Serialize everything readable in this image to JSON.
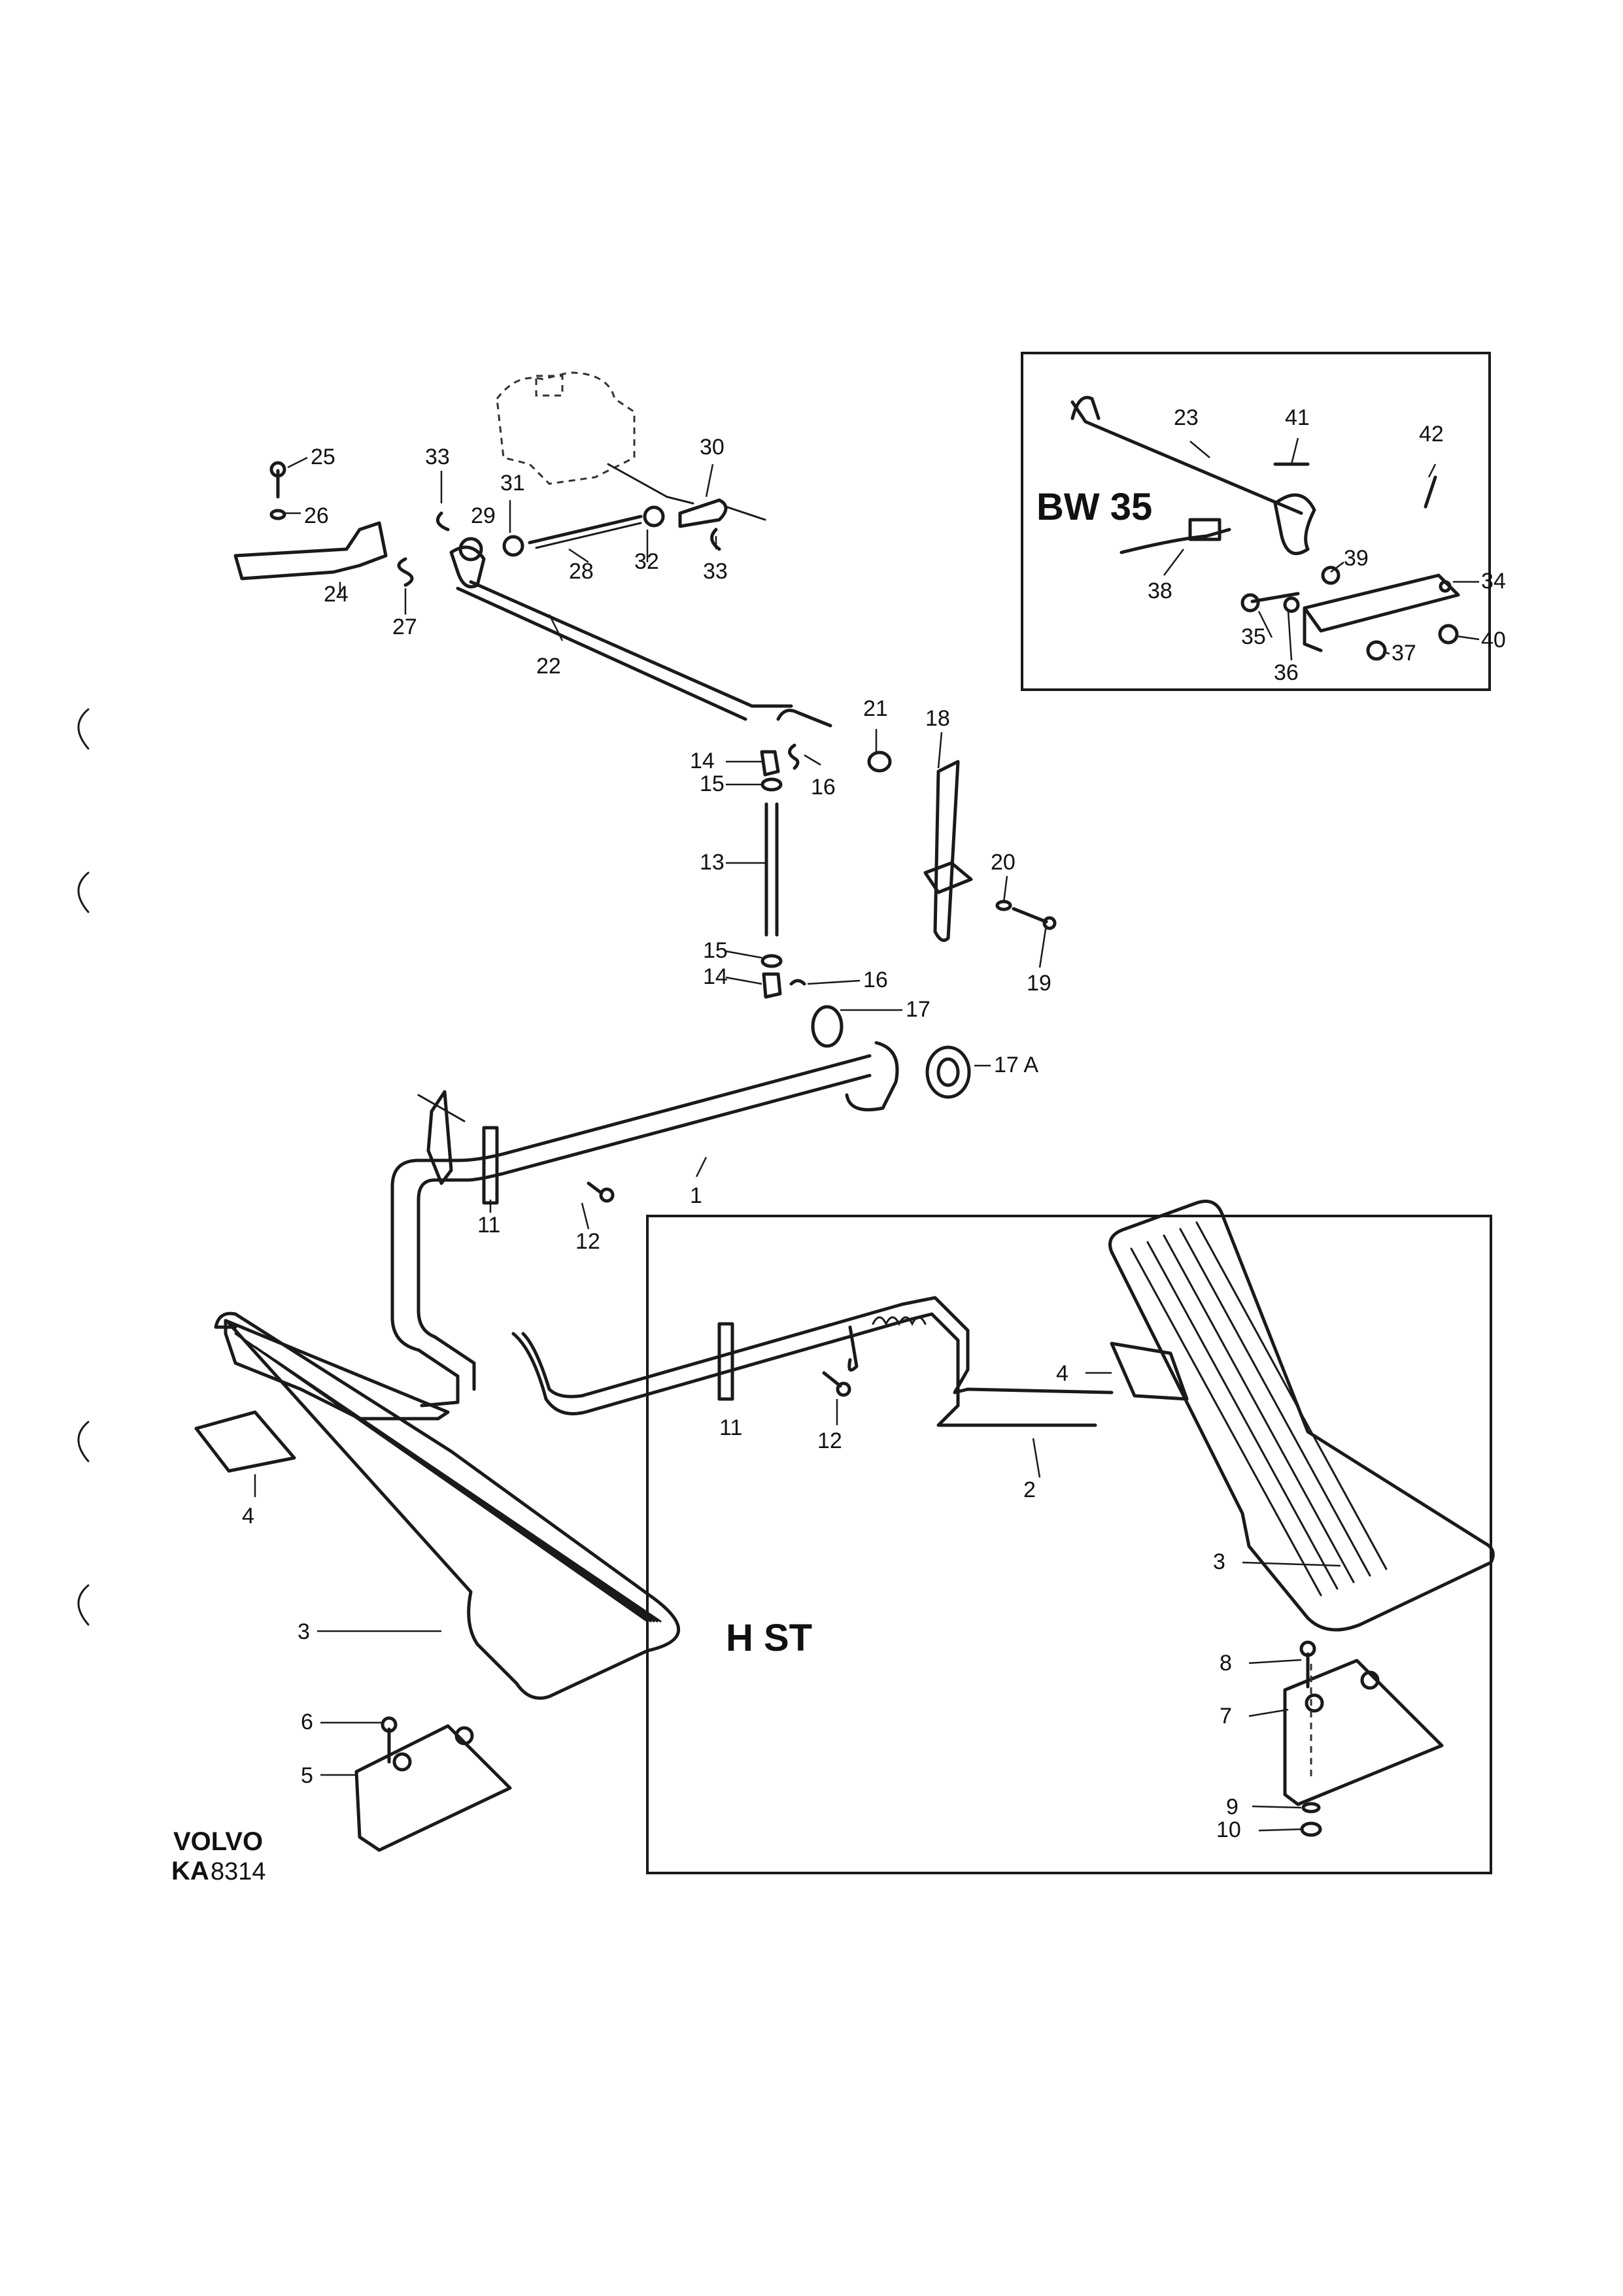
{
  "document": {
    "brand": "VOLVO",
    "code_prefix": "KA",
    "code_number": "8314"
  },
  "insets": {
    "automatic": {
      "title": "BW 35"
    },
    "right_hand": {
      "title": "H ST"
    }
  },
  "callouts": {
    "c1": "1",
    "c2": "2",
    "c3a": "3",
    "c3b": "3",
    "c4a": "4",
    "c4b": "4",
    "c5": "5",
    "c6": "6",
    "c7": "7",
    "c8": "8",
    "c9": "9",
    "c10": "10",
    "c11a": "11",
    "c11b": "11",
    "c12a": "12",
    "c12b": "12",
    "c13": "13",
    "c14a": "14",
    "c14b": "14",
    "c15a": "15",
    "c15b": "15",
    "c16a": "16",
    "c16b": "16",
    "c17": "17",
    "c17a": "17 A",
    "c18": "18",
    "c19": "19",
    "c20": "20",
    "c21": "21",
    "c22": "22",
    "c23": "23",
    "c24": "24",
    "c25": "25",
    "c26": "26",
    "c27": "27",
    "c28": "28",
    "c29": "29",
    "c30": "30",
    "c31": "31",
    "c32": "32",
    "c33a": "33",
    "c33b": "33",
    "c34": "34",
    "c35": "35",
    "c36": "36",
    "c37": "37",
    "c38": "38",
    "c39": "39",
    "c40": "40",
    "c41": "41",
    "c42": "42"
  }
}
